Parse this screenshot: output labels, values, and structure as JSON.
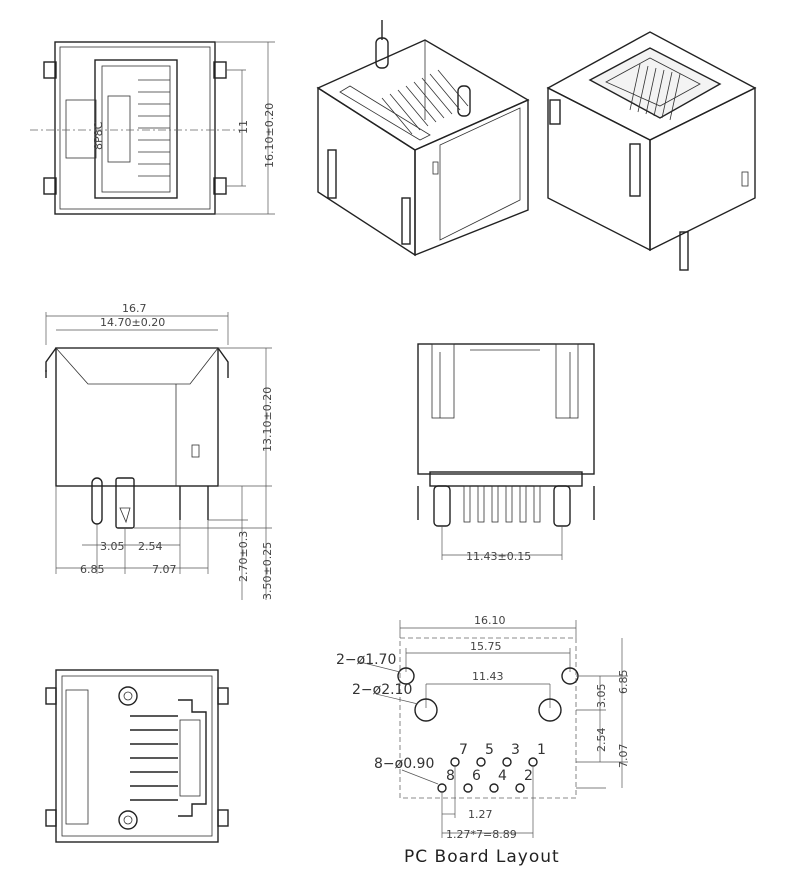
{
  "top_view": {
    "dim_height_outer": "16.10±0.20",
    "dim_height_inner": "11",
    "side_text": "8P8C"
  },
  "front_view": {
    "dim_width_total": "16.7",
    "dim_width_body": "14.70±0.20",
    "dim_height": "13.10±0.20",
    "dim_pin_offset_a": "3.05",
    "dim_pin_offset_b": "2.54",
    "dim_bottom_left": "6.85",
    "dim_bottom_right": "7.07",
    "dim_leg_short": "2.70±0.3",
    "dim_leg_long": "3.50±0.25"
  },
  "side_view": {
    "dim_pitch_span": "11.43±0.15"
  },
  "pcb_layout": {
    "title": "PC Board Layout",
    "dim_outline_width": "16.10",
    "dim_mount_hole_span": "15.75",
    "dim_post_span": "11.43",
    "dim_v_3_05": "3.05",
    "dim_v_6_85": "6.85",
    "dim_v_2_54": "2.54",
    "dim_v_7_07": "7.07",
    "hole_label_mount": "2−ø1.70",
    "hole_label_post": "2−ø2.10",
    "hole_label_pins": "8−ø0.90",
    "dim_pitch": "1.27",
    "dim_pitch_total": "1.27*7=8.89",
    "pins_top": [
      "7",
      "5",
      "3",
      "1"
    ],
    "pins_bottom": [
      "8",
      "6",
      "4",
      "2"
    ]
  }
}
